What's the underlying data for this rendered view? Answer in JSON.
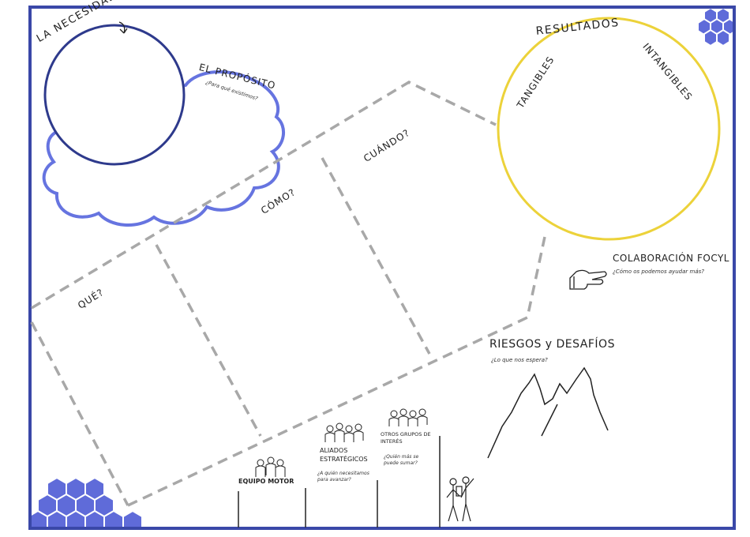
{
  "colors": {
    "frame": "#3a48a8",
    "need_circle": "#2e3a8c",
    "cloud": "#6674e0",
    "results_circle": "#ecd23a",
    "dashed": "#a8a8a8",
    "ink": "#222222",
    "hex": "#5f6bd9"
  },
  "need": {
    "title": "LA NECESIDAD"
  },
  "purpose": {
    "title": "EL PROPÓSITO",
    "subtitle": "¿Para qué existimos?"
  },
  "results": {
    "title": "RESULTADOS",
    "tangible": "TANGIBLES",
    "intangible": "INTANGIBLES"
  },
  "questions": {
    "what": "QUÉ?",
    "how": "CÓMO?",
    "when": "CUÁNDO?"
  },
  "collaboration": {
    "title": "COLABORACIÓN FOCYL",
    "subtitle": "¿Cómo os podemos ayudar más?"
  },
  "risks": {
    "title": "RIESGOS y DESAFÍOS",
    "subtitle": "¿Lo que nos espera?"
  },
  "team": {
    "motor": "EQUIPO MOTOR",
    "allies": "ALIADOS ESTRATÉGICOS",
    "allies_sub": "¿A quién necesitamos para avanzar?",
    "others": "OTROS GRUPOS DE INTERÉS",
    "others_sub": "¿Quién más se puede sumar?"
  },
  "icons": [
    "hexagon-cluster-icon",
    "hand-icon",
    "mountains-icon",
    "people-icon"
  ]
}
